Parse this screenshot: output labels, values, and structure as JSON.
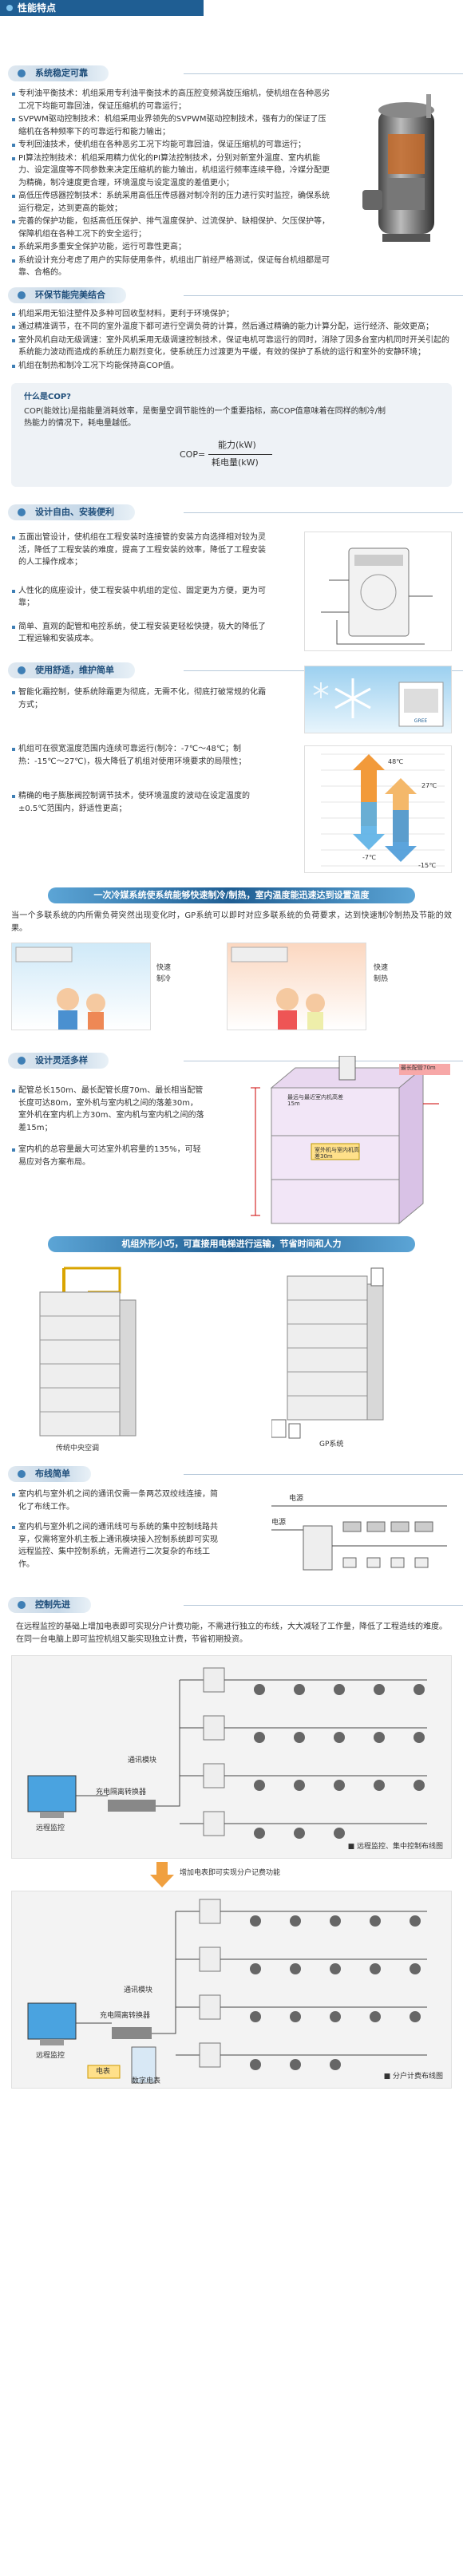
{
  "header": {
    "title": "性能特点"
  },
  "s1": {
    "title": "系统稳定可靠",
    "items": [
      "专利油平衡技术：机组采用专利油平衡技术的高压腔变频涡旋压缩机，使机组在各种恶劣工况下均能可靠回油，保证压缩机的可靠运行；",
      "SVPWM驱动控制技术：机组采用业界领先的SVPWM驱动控制技术，强有力的保证了压缩机在各种频率下的可靠运行和能力输出；",
      "专利回油技术，使机组在各种恶劣工况下均能可靠回油，保证压缩机的可靠运行；",
      "PI算法控制技术：机组采用精力优化的PI算法控制技术，分别对新室外温度、室内机能力、设定温度等不同参数来决定压缩机的能力输出，机组运行频率连续平稳，冷媒分配更为精确，制冷速度更合理，环境温度与设定温度的差值更小；",
      "高低压传感器控制技术：系统采用高低压传感器对制冷剂的压力进行实时监控，确保系统运行稳定，达到更高的能效；",
      "完善的保护功能，包括高低压保护、排气温度保护、过流保护、缺相保护、欠压保护等，保障机组在各种工况下的安全运行；",
      "系统采用多重安全保护功能，运行可靠性更高；",
      "系统设计充分考虑了用户的实际使用条件，机组出厂前经严格测试，保证每台机组都是可靠、合格的。"
    ]
  },
  "s2": {
    "title": "环保节能完美结合",
    "items": [
      "机组采用无铅注塑件及多种可回收型材料，更利于环境保护；",
      "通过精准调节，在不同的室外温度下都可进行空调负荷的计算，然后通过精确的能力计算分配，运行经济、能效更高；",
      "室外风机自动无级调速：室外风机采用无级调速控制技术，保证电机可靠运行的同时，消除了因多台室内机同时开关引起的系统能力波动而造成的系统压力剧烈变化，使系统压力过渡更为平缓，有效的保护了系统的运行和室外的安静环境；",
      "机组在制热和制冷工况下均能保持高COP值。"
    ],
    "cop_q": "什么是COP?",
    "cop_text": "COP(能效比)是指能量消耗效率，是衡量空调节能性的一个重要指标，高COP值意味着在同样的制冷/制热能力的情况下，耗电量越低。",
    "cop_lhs": "COP=",
    "cop_num": "能力(kW)",
    "cop_den": "耗电量(kW)"
  },
  "s3": {
    "title": "设计自由、安装便利",
    "items": [
      "五面出管设计，使机组在工程安装时连接管的安装方向选择相对较为灵活，降低了工程安装的难度，提高了工程安装的效率，降低了工程安装的人工操作成本；",
      "人性化的底座设计，使工程安装中机组的定位、固定更为方便，更为可靠；",
      "简单、直观的配管和电控系统，使工程安装更轻松快捷，极大的降低了工程运输和安装成本。"
    ]
  },
  "s4": {
    "title": "使用舒适，维护简单",
    "items": [
      "智能化霜控制，使系统除霜更为彻底，无需不化，彻底打破常规的化霜方式；",
      "机组可在很宽温度范围内连续可靠运行(制冷：-7℃～48℃；制热：-15℃～27℃)，极大降低了机组对使用环境要求的局限性；",
      "精确的电子膨胀阀控制调节技术，使环境温度的波动在设定温度的±0.5℃范围内，舒适性更高；"
    ],
    "t_high": "48℃",
    "t_mid": "27℃",
    "t_low1": "-7℃",
    "t_low2": "-15℃",
    "fig_brand": "GREE"
  },
  "s5": {
    "banner": "一次冷媒系统使系统能够快速制冷/制热，室内温度能迅速达到设置温度",
    "text": "当一个多联系统的内所需负荷突然出现变化时，GP系统可以即时对应多联系统的负荷要求，达到快速制冷制热及节能的效果。",
    "cap_cool": "快速制冷",
    "cap_heat": "快速制热"
  },
  "s6": {
    "title": "设计灵活多样",
    "items": [
      "配管总长150m、最长配管长度70m、最长相当配管长度可达80m，室外机与室内机之间的落差30m，室外机在室内机上方30m、室内机与室内机之间的落差15m；",
      "室内机的总容量最大可达室外机容量的135%，可轻易应对各方案布局。"
    ],
    "fig_labels": [
      "最远与最近室内机高差15m",
      "室外机与室内机高差30m",
      "最长配管70m"
    ]
  },
  "s7": {
    "banner": "机组外形小巧，可直接用电梯进行运输，节省时间和人力",
    "cap_left": "传统中央空调",
    "cap_right": "GP系统"
  },
  "s8": {
    "title": "布线简单",
    "items": [
      "室内机与室外机之间的通讯仅需一条两芯双绞线连接，简化了布线工作。",
      "室内机与室外机之间的通讯线可与系统的集中控制线路共享，仅需将室外机主板上通讯模块接入控制系统即可实现远程监控、集中控制系统，无需进行二次复杂的布线工作。"
    ],
    "fig_labels": [
      "电源",
      "电源"
    ]
  },
  "s9": {
    "title": "控制先进",
    "text": "在远程监控的基础上增加电表即可实现分户计费功能，不需进行独立的布线，大大减轻了工作量，降低了工程造线的难度。在同一台电脑上即可监控机组又能实现独立计费，节省初期投资。",
    "legend1": "远程监控、集中控制布线图",
    "legend2": "分户计费布线图",
    "arrow_note": "增加电表即可实现分户记费功能",
    "lbl_comm": "通讯模块",
    "lbl_conv": "充电隔离转换器",
    "lbl_pc": "远程监控",
    "lbl_meter": "电表",
    "lbl_meter2": "数字电表"
  }
}
